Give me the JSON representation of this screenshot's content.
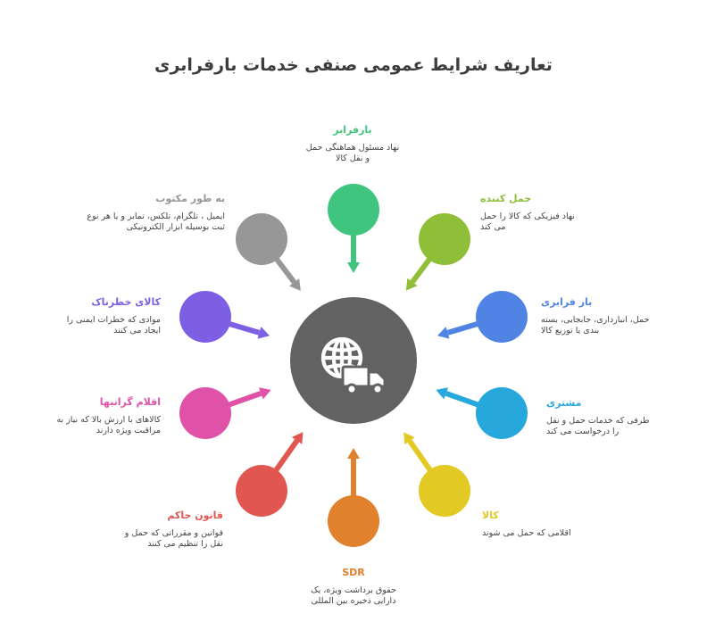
{
  "title": "تعاریف شرایط عمومی صنفی خدمات بارفرابری",
  "center": {
    "icon": "globe-truck-icon",
    "color": "#626262"
  },
  "nodes": [
    {
      "id": "barfarabar",
      "color": "#3fc57d",
      "title": "بارفرابر",
      "desc": "نهاد مسئول هماهنگی حمل و نقل کالا"
    },
    {
      "id": "haml-konande",
      "color": "#8fbf39",
      "title": "حمل کننده",
      "desc": "نهاد فیزیکی که کالا را حمل می کند"
    },
    {
      "id": "bar-farabari",
      "color": "#4f84e4",
      "title": "بار فرابری",
      "desc": "حمل، انبارداری، جابجایی، بسته بندی یا توزیع کالا"
    },
    {
      "id": "moshtari",
      "color": "#27a8dc",
      "title": "مشتری",
      "desc": "طرفی که خدمات حمل و نقل را درخواست می کند"
    },
    {
      "id": "kala",
      "color": "#e2c923",
      "title": "کالا",
      "desc": "اقلامی که حمل می شوند"
    },
    {
      "id": "sdr",
      "color": "#e0812d",
      "title": "SDR",
      "desc": "حقوق برداشت ویژه، یک دارایی ذخیره بین المللی"
    },
    {
      "id": "ghanoon-hakem",
      "color": "#e15651",
      "title": "قانون حاکم",
      "desc": "قوانین و مقرراتی که حمل و نقل را تنظیم می کنند"
    },
    {
      "id": "aghlam-geranbaha",
      "color": "#df52a8",
      "title": "اقلام گرانبها",
      "desc": "کالاهای با ارزش بالا که نیاز به مراقبت ویژه دارند"
    },
    {
      "id": "kalaye-khatarnak",
      "color": "#7d5fe4",
      "title": "کالای خطرناک",
      "desc": "موادی که خطرات ایمنی را ایجاد می کنند"
    },
    {
      "id": "be-tore-maktoob",
      "color": "#979797",
      "title": "به طور مکتوب",
      "desc": "ایمیل ، تلگرام، تلکس، تمابر و یا هر نوع ثبت بوسیله ابزار الکترونیکی"
    }
  ]
}
